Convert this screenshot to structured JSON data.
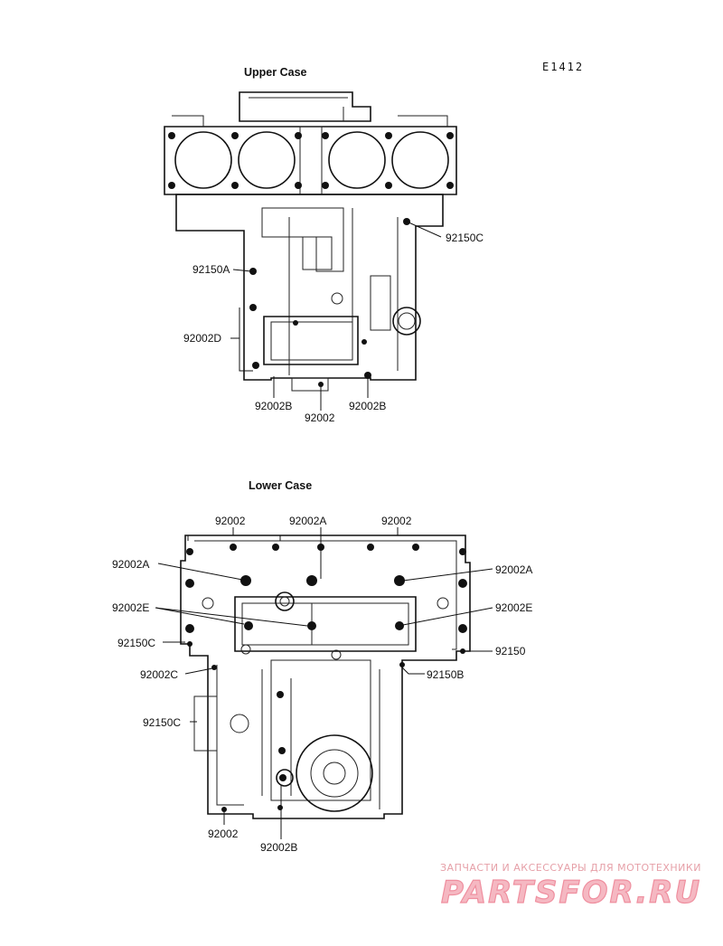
{
  "diagram_code": "E1412",
  "sections": {
    "upper": {
      "title": "Upper Case",
      "labels": {
        "c92150C": "92150C",
        "c92150A": "92150A",
        "c92002D": "92002D",
        "c92002B_left": "92002B",
        "c92002": "92002",
        "c92002B_right": "92002B"
      }
    },
    "lower": {
      "title": "Lower Case",
      "labels": {
        "top_left_92002": "92002",
        "top_mid_92002A": "92002A",
        "top_right_92002": "92002",
        "left_92002A": "92002A",
        "right_92002A": "92002A",
        "left_92002E": "92002E",
        "right_92002E": "92002E",
        "left_92150C_a": "92150C",
        "right_92150": "92150",
        "left_92002C": "92002C",
        "right_92150B": "92150B",
        "left_92150C_b": "92150C",
        "bottom_92002": "92002",
        "bottom_92002B": "92002B"
      }
    }
  },
  "watermark": {
    "tagline": "ЗАПЧАСТИ И АКСЕССУАРЫ ДЛЯ МОТОТЕХНИКИ",
    "brand": "PARTSFOR.RU"
  },
  "colors": {
    "ink": "#111111",
    "watermark": "#ef8f9f"
  }
}
